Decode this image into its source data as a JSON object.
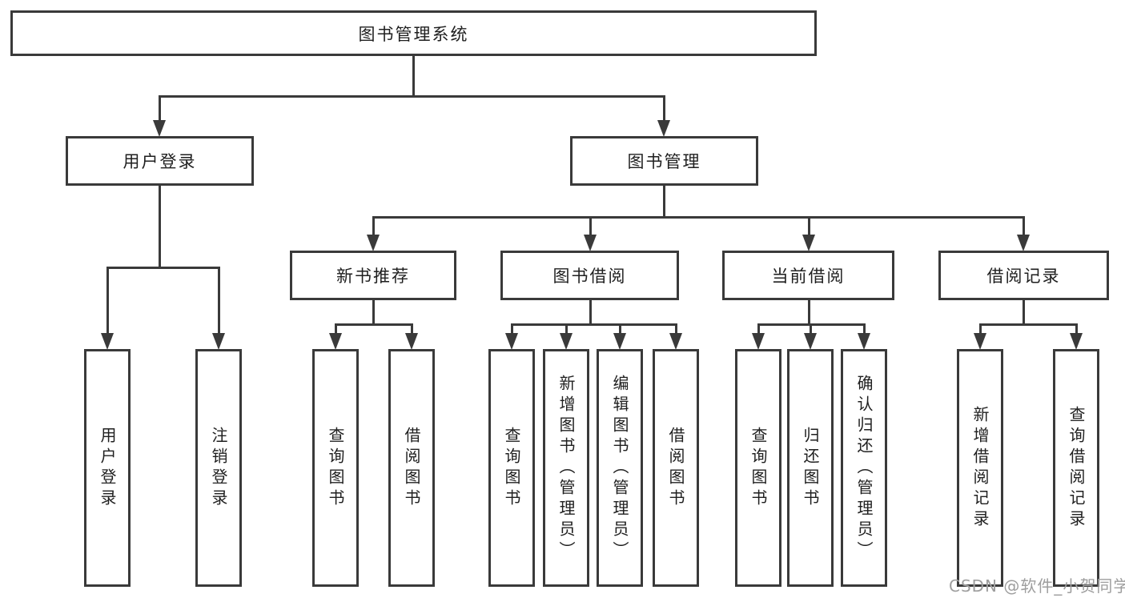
{
  "tree": {
    "root": {
      "label": "图书管理系统",
      "children": [
        {
          "label": "用户登录",
          "children": [
            {
              "label": "用户登录"
            },
            {
              "label": "注销登录"
            }
          ]
        },
        {
          "label": "图书管理",
          "children": [
            {
              "label": "新书推荐",
              "children": [
                {
                  "label": "查询图书"
                },
                {
                  "label": "借阅图书"
                }
              ]
            },
            {
              "label": "图书借阅",
              "children": [
                {
                  "label": "查询图书"
                },
                {
                  "label": "新增图书（管理员）"
                },
                {
                  "label": "编辑图书（管理员）"
                },
                {
                  "label": "借阅图书"
                }
              ]
            },
            {
              "label": "当前借阅",
              "children": [
                {
                  "label": "查询图书"
                },
                {
                  "label": "归还图书"
                },
                {
                  "label": "确认归还（管理员）"
                }
              ]
            },
            {
              "label": "借阅记录",
              "children": [
                {
                  "label": "新增借阅记录"
                },
                {
                  "label": "查询借阅记录"
                }
              ]
            }
          ]
        }
      ]
    }
  },
  "watermark": "CSDN @软件_小贺同学",
  "colors": {
    "line": "#3a3a3a",
    "text": "#1f1f1f",
    "watermark_gray": "#9e9e9e",
    "background": "#ffffff"
  }
}
